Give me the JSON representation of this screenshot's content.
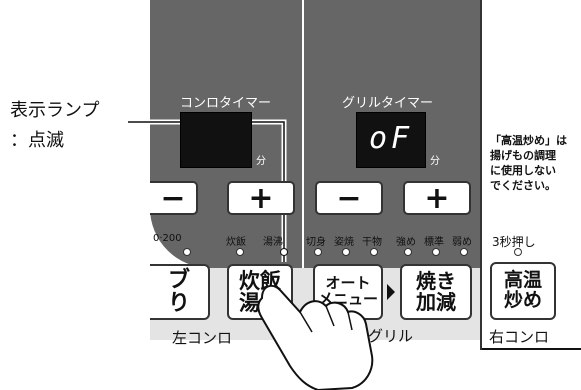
{
  "annotation": {
    "line1": "表示ランプ",
    "line2": "：点滅"
  },
  "left_burner": {
    "timer_label": "コンロタイマー",
    "unit": "分",
    "minus_label": "−",
    "plus_label": "+",
    "indicators": [
      "0·200",
      "炊飯",
      "湯沸"
    ],
    "key_partial_line1": "ブ",
    "key_partial_line2": "り",
    "key_rice_line1": "炊飯",
    "key_rice_line2": "湯沸",
    "section_label": "左コンロ"
  },
  "grill": {
    "timer_label": "グリルタイマー",
    "display_value": "oF",
    "unit": "分",
    "minus_label": "−",
    "plus_label": "+",
    "indicators": [
      "切身",
      "姿焼",
      "干物",
      "強め",
      "標準",
      "弱め"
    ],
    "key_auto_line1": "オート",
    "key_auto_line2": "メニュー",
    "key_cook_line1": "焼き",
    "key_cook_line2": "加減",
    "section_label": "グリル"
  },
  "right_burner": {
    "note": [
      "「高温炒め」は",
      "揚げもの調理",
      "に使用しない",
      "でください。"
    ],
    "hold_label": "3秒押し",
    "key_line1": "高温",
    "key_line2": "炒め",
    "section_label": "右コンロ"
  },
  "colors": {
    "panel": "#666666",
    "display": "#111111",
    "strip": "#e4e4e4"
  }
}
